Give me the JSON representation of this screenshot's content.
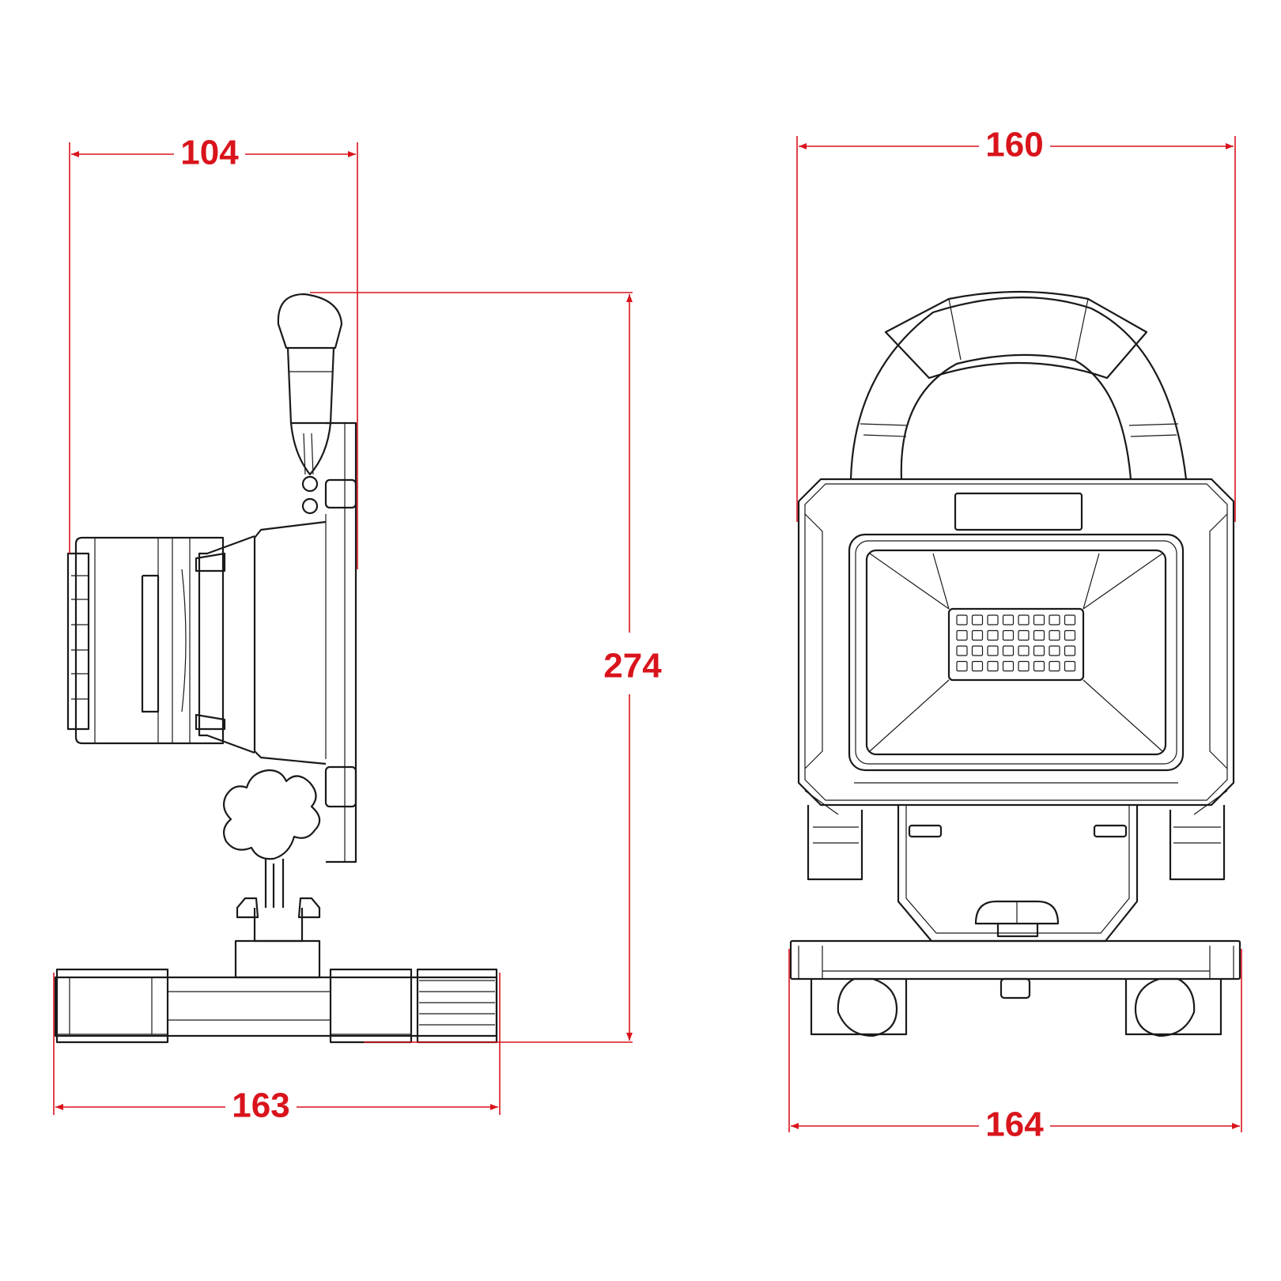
{
  "dimensions": {
    "side_depth": "104",
    "height": "274",
    "side_base_length": "163",
    "front_width": "160",
    "front_base_width": "164"
  },
  "colors": {
    "dimension": "#d9141c",
    "outline": "#1a1a1a"
  }
}
